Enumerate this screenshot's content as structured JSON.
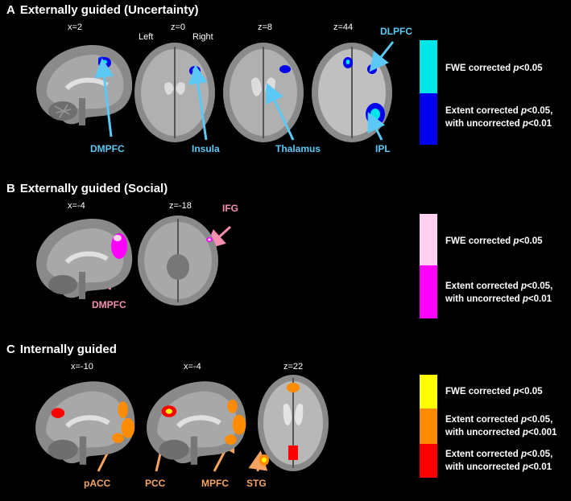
{
  "panels": {
    "a": {
      "letter": "A",
      "title": "Externally guided (Uncertainty)",
      "coords": [
        "x=2",
        "z=0",
        "z=8",
        "z=44"
      ],
      "side_left": "Left",
      "side_right": "Right",
      "regions": [
        "DMPFC",
        "Insula",
        "Thalamus",
        "IPL",
        "DLPFC"
      ],
      "legend": [
        {
          "color": "#00e5e5",
          "line1": "FWE corrected ",
          "p": "p",
          "line1_end": "<0.05",
          "line2": ""
        },
        {
          "color": "#0000ee",
          "line1": "Extent corrected ",
          "p": "p",
          "line1_end": "<0.05,",
          "line2": "with uncorrected ",
          "p2": "p",
          "line2_end": "<0.01"
        }
      ],
      "region_color": "#5bc8f5"
    },
    "b": {
      "letter": "B",
      "title": "Externally guided (Social)",
      "coords": [
        "x=-4",
        "z=-18"
      ],
      "regions": [
        "IFG",
        "DMPFC"
      ],
      "legend": [
        {
          "color": "#ffd0f0",
          "line1": "FWE corrected ",
          "p": "p",
          "line1_end": "<0.05",
          "line2": ""
        },
        {
          "color": "#ff00ff",
          "line1": "Extent corrected ",
          "p": "p",
          "line1_end": "<0.05,",
          "line2": "with uncorrected ",
          "p2": "p",
          "line2_end": "<0.01"
        }
      ],
      "region_color": "#f48fb1"
    },
    "c": {
      "letter": "C",
      "title": "Internally guided",
      "coords": [
        "x=-10",
        "x=-4",
        "z=22"
      ],
      "regions": [
        "pACC",
        "PCC",
        "MPFC",
        "STG"
      ],
      "legend": [
        {
          "color": "#ffff00",
          "line1": "FWE corrected ",
          "p": "p",
          "line1_end": "<0.05",
          "line2": ""
        },
        {
          "color": "#ff8c00",
          "line1": "Extent corrected ",
          "p": "p",
          "line1_end": "<0.05,",
          "line2": "with uncorrected ",
          "p2": "p",
          "line2_end": "<0.001"
        },
        {
          "color": "#ff0000",
          "line1": "Extent corrected ",
          "p": "p",
          "line1_end": "<0.05,",
          "line2": "with uncorrected ",
          "p2": "p",
          "line2_end": "<0.01"
        }
      ],
      "region_color": "#f4a460"
    }
  }
}
